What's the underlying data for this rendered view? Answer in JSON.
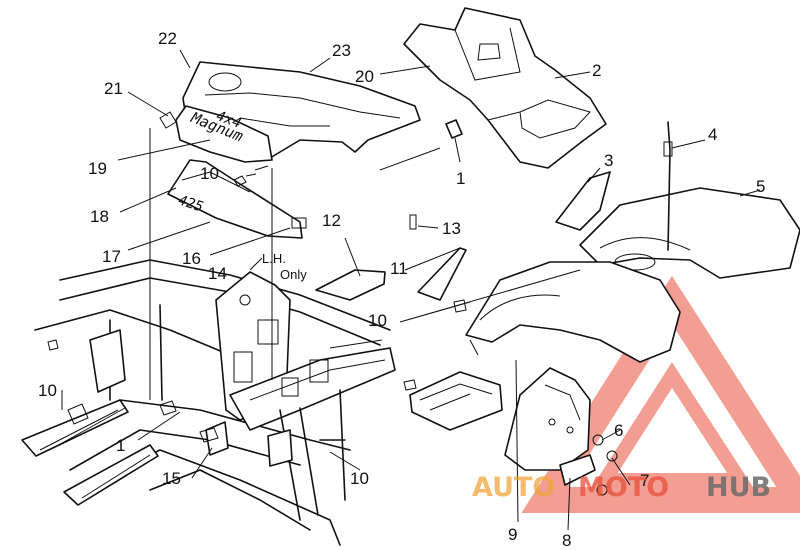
{
  "diagram": {
    "callouts": [
      {
        "id": "c22",
        "text": "22"
      },
      {
        "id": "c23",
        "text": "23"
      },
      {
        "id": "c20",
        "text": "20"
      },
      {
        "id": "c2",
        "text": "2"
      },
      {
        "id": "c21",
        "text": "21"
      },
      {
        "id": "c19",
        "text": "19"
      },
      {
        "id": "c10a",
        "text": "10"
      },
      {
        "id": "c1a",
        "text": "1"
      },
      {
        "id": "c3",
        "text": "3"
      },
      {
        "id": "c4",
        "text": "4"
      },
      {
        "id": "c5",
        "text": "5"
      },
      {
        "id": "c18",
        "text": "18"
      },
      {
        "id": "c13",
        "text": "13"
      },
      {
        "id": "c12",
        "text": "12"
      },
      {
        "id": "c17",
        "text": "17"
      },
      {
        "id": "c16",
        "text": "16"
      },
      {
        "id": "c14",
        "text": "14"
      },
      {
        "id": "c11",
        "text": "11"
      },
      {
        "id": "c10b",
        "text": "10"
      },
      {
        "id": "c10c",
        "text": "10"
      },
      {
        "id": "c1b",
        "text": "1"
      },
      {
        "id": "c6",
        "text": "6"
      },
      {
        "id": "c15",
        "text": "15"
      },
      {
        "id": "c10d",
        "text": "10"
      },
      {
        "id": "c7",
        "text": "7"
      },
      {
        "id": "c9",
        "text": "9"
      },
      {
        "id": "c8",
        "text": "8"
      }
    ],
    "note_lh": "L.H.",
    "note_only": "Only",
    "decal_4x4": "4x4",
    "decal_magnum": "Magnum",
    "decal_425": "425"
  },
  "watermark": {
    "part1": "AUTO",
    "part2": "MOTO",
    "part3": "HUB",
    "color_primary": "#e8503a",
    "color_secondary": "#f0a53c",
    "color_dark": "#6b6b6b"
  }
}
